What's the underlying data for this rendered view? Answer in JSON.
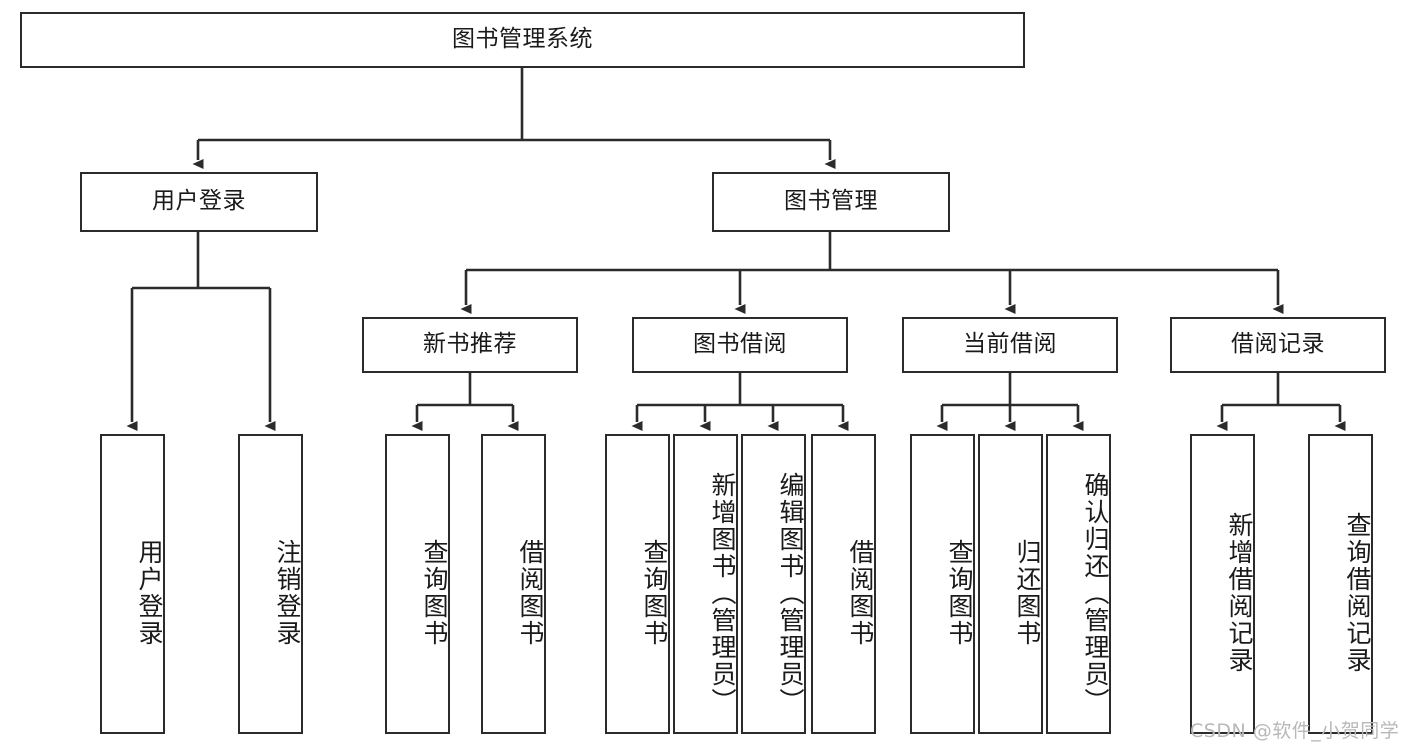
{
  "diagram": {
    "title_node": {
      "label": "图书管理系统"
    },
    "level2": [
      {
        "label": "用户登录"
      },
      {
        "label": "图书管理"
      }
    ],
    "level3": [
      {
        "label": "新书推荐"
      },
      {
        "label": "图书借阅"
      },
      {
        "label": "当前借阅"
      },
      {
        "label": "借阅记录"
      }
    ],
    "leaves": {
      "user_login": [
        {
          "label": "用户登录"
        },
        {
          "label": "注销登录"
        }
      ],
      "new_book_recommend": [
        {
          "label": "查询图书"
        },
        {
          "label": "借阅图书"
        }
      ],
      "book_borrow": [
        {
          "label": "查询图书"
        },
        {
          "label": "新增图书（管理员）"
        },
        {
          "label": "编辑图书（管理员）"
        },
        {
          "label": "借阅图书"
        }
      ],
      "current_borrow": [
        {
          "label": "查询图书"
        },
        {
          "label": "归还图书"
        },
        {
          "label": "确认归还（管理员）"
        }
      ],
      "borrow_record": [
        {
          "label": "新增借阅记录"
        },
        {
          "label": "查询借阅记录"
        }
      ]
    },
    "watermark": {
      "text": "CSDN @软件_小贺同学"
    },
    "colors": {
      "stroke": "#2b2b2b",
      "fill": "#ffffff",
      "text": "#1a1a1a",
      "watermark": "#b8b8b8"
    }
  }
}
